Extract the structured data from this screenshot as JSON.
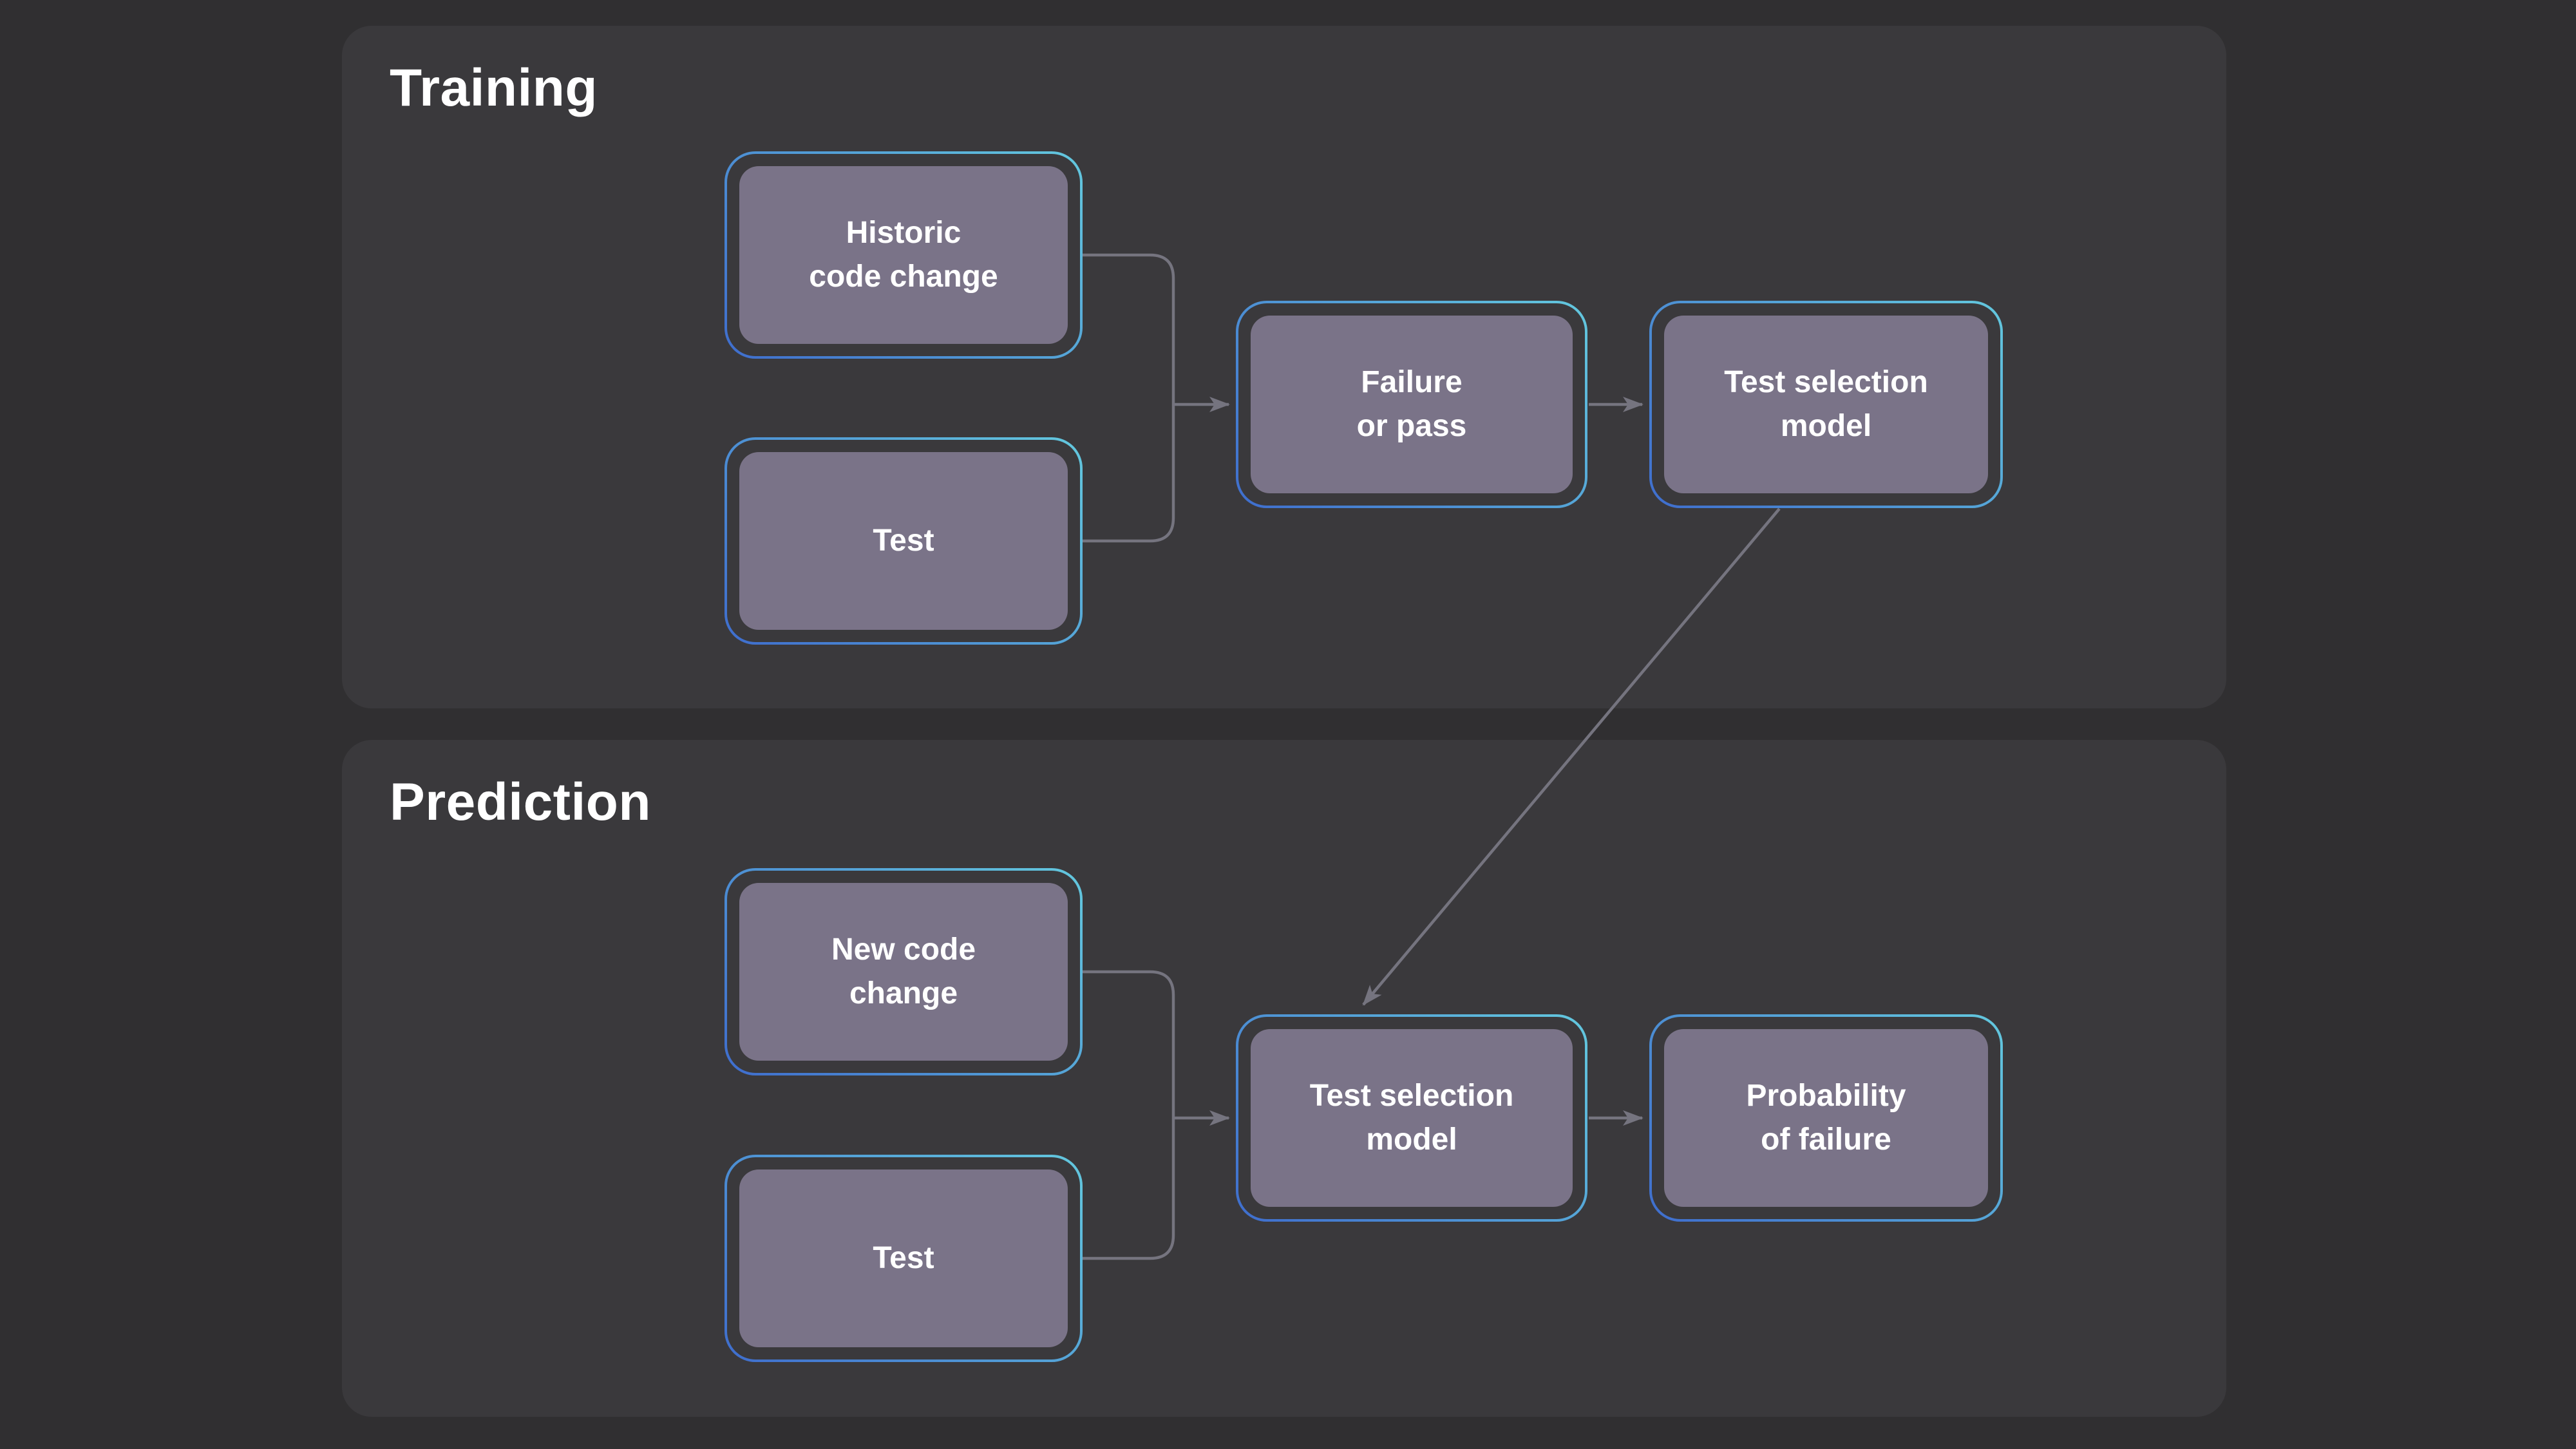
{
  "colors": {
    "page-bg": "#302f31",
    "panel-bg": "#3a393c",
    "node-fill": "#7a7388",
    "border-blue": "#3f6dcd",
    "border-cyan": "#63c8de",
    "connector": "#75747f",
    "text": "#ffffff"
  },
  "panels": [
    {
      "id": "training",
      "title": "Training"
    },
    {
      "id": "prediction",
      "title": "Prediction"
    }
  ],
  "nodes": [
    {
      "id": "historic-code-change",
      "panel": "training",
      "label": "Historic\ncode change"
    },
    {
      "id": "test-training",
      "panel": "training",
      "label": "Test"
    },
    {
      "id": "failure-or-pass",
      "panel": "training",
      "label": "Failure\nor pass"
    },
    {
      "id": "test-selection-model-training",
      "panel": "training",
      "label": "Test selection\nmodel"
    },
    {
      "id": "new-code-change",
      "panel": "prediction",
      "label": "New code\nchange"
    },
    {
      "id": "test-prediction",
      "panel": "prediction",
      "label": "Test"
    },
    {
      "id": "test-selection-model-prediction",
      "panel": "prediction",
      "label": "Test selection\nmodel"
    },
    {
      "id": "probability-of-failure",
      "panel": "prediction",
      "label": "Probability\nof failure"
    }
  ],
  "edges": [
    {
      "from": [
        "historic-code-change",
        "test-training"
      ],
      "to": "failure-or-pass"
    },
    {
      "from": [
        "failure-or-pass"
      ],
      "to": "test-selection-model-training"
    },
    {
      "from": [
        "test-selection-model-training"
      ],
      "to": "test-selection-model-prediction"
    },
    {
      "from": [
        "new-code-change",
        "test-prediction"
      ],
      "to": "test-selection-model-prediction"
    },
    {
      "from": [
        "test-selection-model-prediction"
      ],
      "to": "probability-of-failure"
    }
  ]
}
